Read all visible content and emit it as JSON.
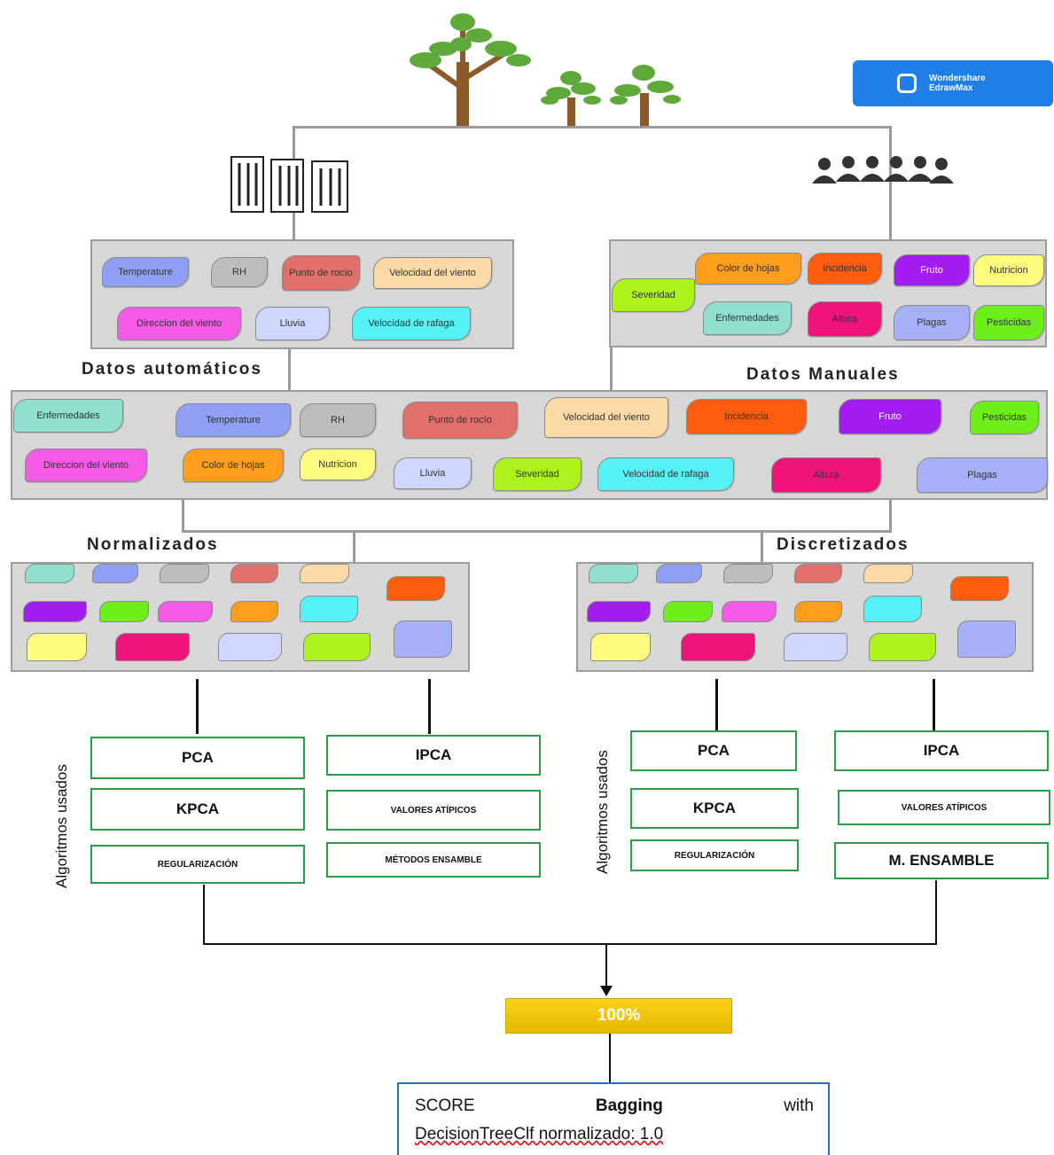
{
  "brand": {
    "name": "Wondershare EdrawMax",
    "line1": "Wondershare",
    "line2": "EdrawMax",
    "color": "#1f7fe6"
  },
  "labels": {
    "auto": "Datos automáticos",
    "manual": "Datos Manuales",
    "normalized": "Normalizados",
    "discretized": "Discretizados",
    "algorithms": "Algoritmos usados"
  },
  "auto_chips": [
    {
      "label": "Temperature",
      "color": "#8f9ff5"
    },
    {
      "label": "RH",
      "color": "#bdbdbd"
    },
    {
      "label": "Punto de rocío",
      "color": "#e36f6a"
    },
    {
      "label": "Velocidad del viento",
      "color": "#fcd9a6"
    },
    {
      "label": "Direccion del viento",
      "color": "#f45ae6"
    },
    {
      "label": "Lluvia",
      "color": "#cfd6ff"
    },
    {
      "label": "Velocidad de rafaga",
      "color": "#54f1f5"
    }
  ],
  "manual_chips": [
    {
      "label": "Color de hojas",
      "color": "#ff9d1c"
    },
    {
      "label": "Incidencia",
      "color": "#ff5d0d"
    },
    {
      "label": "Fruto",
      "color": "#a31cf2"
    },
    {
      "label": "Nutricion",
      "color": "#fcfb7e"
    },
    {
      "label": "Severidad",
      "color": "#adf21c"
    },
    {
      "label": "Enfermedades",
      "color": "#8fe0cf"
    },
    {
      "label": "Altura",
      "color": "#f0137c"
    },
    {
      "label": "Plagas",
      "color": "#a8b0f7"
    },
    {
      "label": "Pesticidas",
      "color": "#6df01a"
    }
  ],
  "merged_chips": [
    {
      "label": "Enfermedades",
      "color": "#8fe0cf"
    },
    {
      "label": "Temperature",
      "color": "#8f9ff5"
    },
    {
      "label": "RH",
      "color": "#bdbdbd"
    },
    {
      "label": "Punto de rocío",
      "color": "#e36f6a"
    },
    {
      "label": "Velocidad del viento",
      "color": "#fcd9a6"
    },
    {
      "label": "Incidencia",
      "color": "#ff5d0d"
    },
    {
      "label": "Fruto",
      "color": "#a31cf2"
    },
    {
      "label": "Pesticidas",
      "color": "#6df01a"
    },
    {
      "label": "Direccion del viento",
      "color": "#f45ae6"
    },
    {
      "label": "Color de hojas",
      "color": "#ff9d1c"
    },
    {
      "label": "Nutricion",
      "color": "#fcfb7e"
    },
    {
      "label": "Lluvia",
      "color": "#cfd6ff"
    },
    {
      "label": "Severidad",
      "color": "#adf21c"
    },
    {
      "label": "Velocidad de rafaga",
      "color": "#54f1f5"
    },
    {
      "label": "Altura",
      "color": "#f0137c"
    },
    {
      "label": "Plagas",
      "color": "#a8b0f7"
    }
  ],
  "algorithms_left": [
    "PCA",
    "IPCA",
    "KPCA",
    "VALORES ATÍPICOS",
    "REGULARIZACIÓN",
    "MÉTODOS ENSAMBLE"
  ],
  "algorithms_right": [
    "PCA",
    "IPCA",
    "KPCA",
    "VALORES ATÍPICOS",
    "REGULARIZACIÓN",
    "M. ENSAMBLE"
  ],
  "result": {
    "value": "100%",
    "color": "#f5c400"
  },
  "score": {
    "line1_a": "SCORE",
    "line1_b": "Bagging",
    "line1_c": "with",
    "line2": "DecisionTreeClf normalizado: 1.0"
  }
}
